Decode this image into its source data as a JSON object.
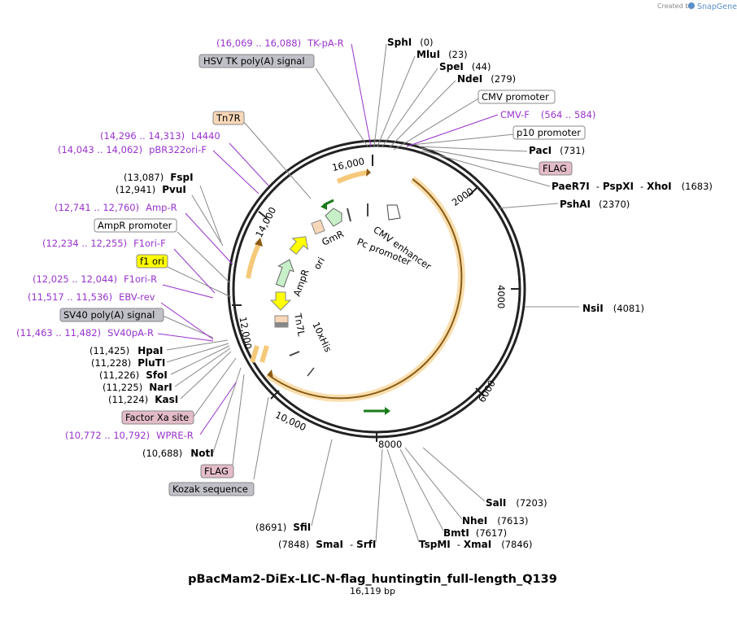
{
  "credit": {
    "created_by": "Created by",
    "brand": "SnapGene"
  },
  "plasmid": {
    "name": "pBacMam2-DiEx-LIC-N-flag_huntingtin_full-length_Q139",
    "length": "16,119 bp"
  },
  "ticks": [
    "16,000",
    "2000",
    "4000",
    "6000",
    "8000",
    "10,000",
    "12,000",
    "14,000"
  ],
  "inner_labels": [
    "CMV enhancer",
    "Pc promoter",
    "GmR",
    "ori",
    "AmpR",
    "Tn7L",
    "10xHis"
  ],
  "sites_right": [
    {
      "name": "SphI",
      "pos": "(0)"
    },
    {
      "name": "MluI",
      "pos": "(23)"
    },
    {
      "name": "SpeI",
      "pos": "(44)"
    },
    {
      "name": "NdeI",
      "pos": "(279)"
    },
    {
      "name": "PacI",
      "pos": "(731)"
    },
    {
      "name": "PaeR7I",
      "sep1": "-",
      "name2": "PspXI",
      "sep2": "-",
      "name3": "XhoI",
      "pos": "(1683)"
    },
    {
      "name": "PshAI",
      "pos": "(2370)"
    },
    {
      "name": "NsiI",
      "pos": "(4081)"
    },
    {
      "name": "SalI",
      "pos": "(7203)"
    },
    {
      "name": "NheI",
      "pos": "(7613)"
    },
    {
      "name": "BmtI",
      "pos": "(7617)"
    },
    {
      "name": "TspMI",
      "sep": "-",
      "name2": "XmaI",
      "pos": "(7846)"
    },
    {
      "name": "SmaI",
      "sep": "-",
      "name2": "SrfI",
      "pos": "(7848)"
    },
    {
      "name": "SfiI",
      "pos": "(8691)"
    }
  ],
  "sites_left": [
    {
      "name": "FspI",
      "pos": "(13,087)"
    },
    {
      "name": "PvuI",
      "pos": "(12,941)"
    },
    {
      "name": "HpaI",
      "pos": "(11,425)"
    },
    {
      "name": "PluTI",
      "pos": "(11,228)"
    },
    {
      "name": "SfoI",
      "pos": "(11,226)"
    },
    {
      "name": "NarI",
      "pos": "(11,225)"
    },
    {
      "name": "KasI",
      "pos": "(11,224)"
    },
    {
      "name": "NotI",
      "pos": "(10,688)"
    }
  ],
  "primers": [
    {
      "name": "TK-pA-R",
      "range": "(16,069 .. 16,088)"
    },
    {
      "name": "CMV-F",
      "range": "(564 .. 584)"
    },
    {
      "name": "L4440",
      "range": "(14,296 .. 14,313)"
    },
    {
      "name": "pBR322ori-F",
      "range": "(14,043 .. 14,062)"
    },
    {
      "name": "Amp-R",
      "range": "(12,741 .. 12,760)"
    },
    {
      "name": "F1ori-F",
      "range": "(12,234 .. 12,255)"
    },
    {
      "name": "F1ori-R",
      "range": "(12,025 .. 12,044)"
    },
    {
      "name": "EBV-rev",
      "range": "(11,517 .. 11,536)"
    },
    {
      "name": "SV40pA-R",
      "range": "(11,463 .. 11,482)"
    },
    {
      "name": "WPRE-R",
      "range": "(10,772 .. 10,792)"
    }
  ],
  "features": [
    {
      "name": "HSV TK poly(A) signal",
      "color": "#c0c0c8"
    },
    {
      "name": "CMV promoter",
      "color": "#ffffff"
    },
    {
      "name": "p10 promoter",
      "color": "#ffffff"
    },
    {
      "name": "FLAG",
      "color": "#e3bcc8"
    },
    {
      "name": "Tn7R",
      "color": "#f8d7b8"
    },
    {
      "name": "AmpR promoter",
      "color": "#ffffff"
    },
    {
      "name": "f1 ori",
      "color": "#ffff00"
    },
    {
      "name": "SV40 poly(A) signal",
      "color": "#c0c0c8"
    },
    {
      "name": "Factor Xa site",
      "color": "#e3bcc8"
    },
    {
      "name": "FLAG",
      "color": "#e3bcc8"
    },
    {
      "name": "Kozak sequence",
      "color": "#c0c0c8"
    }
  ],
  "colors": {
    "cds": "#f5c97a",
    "primer": "#9933cc",
    "backbone": "#222222",
    "ampr": "#c8f0c8",
    "ori": "#ffff00"
  }
}
